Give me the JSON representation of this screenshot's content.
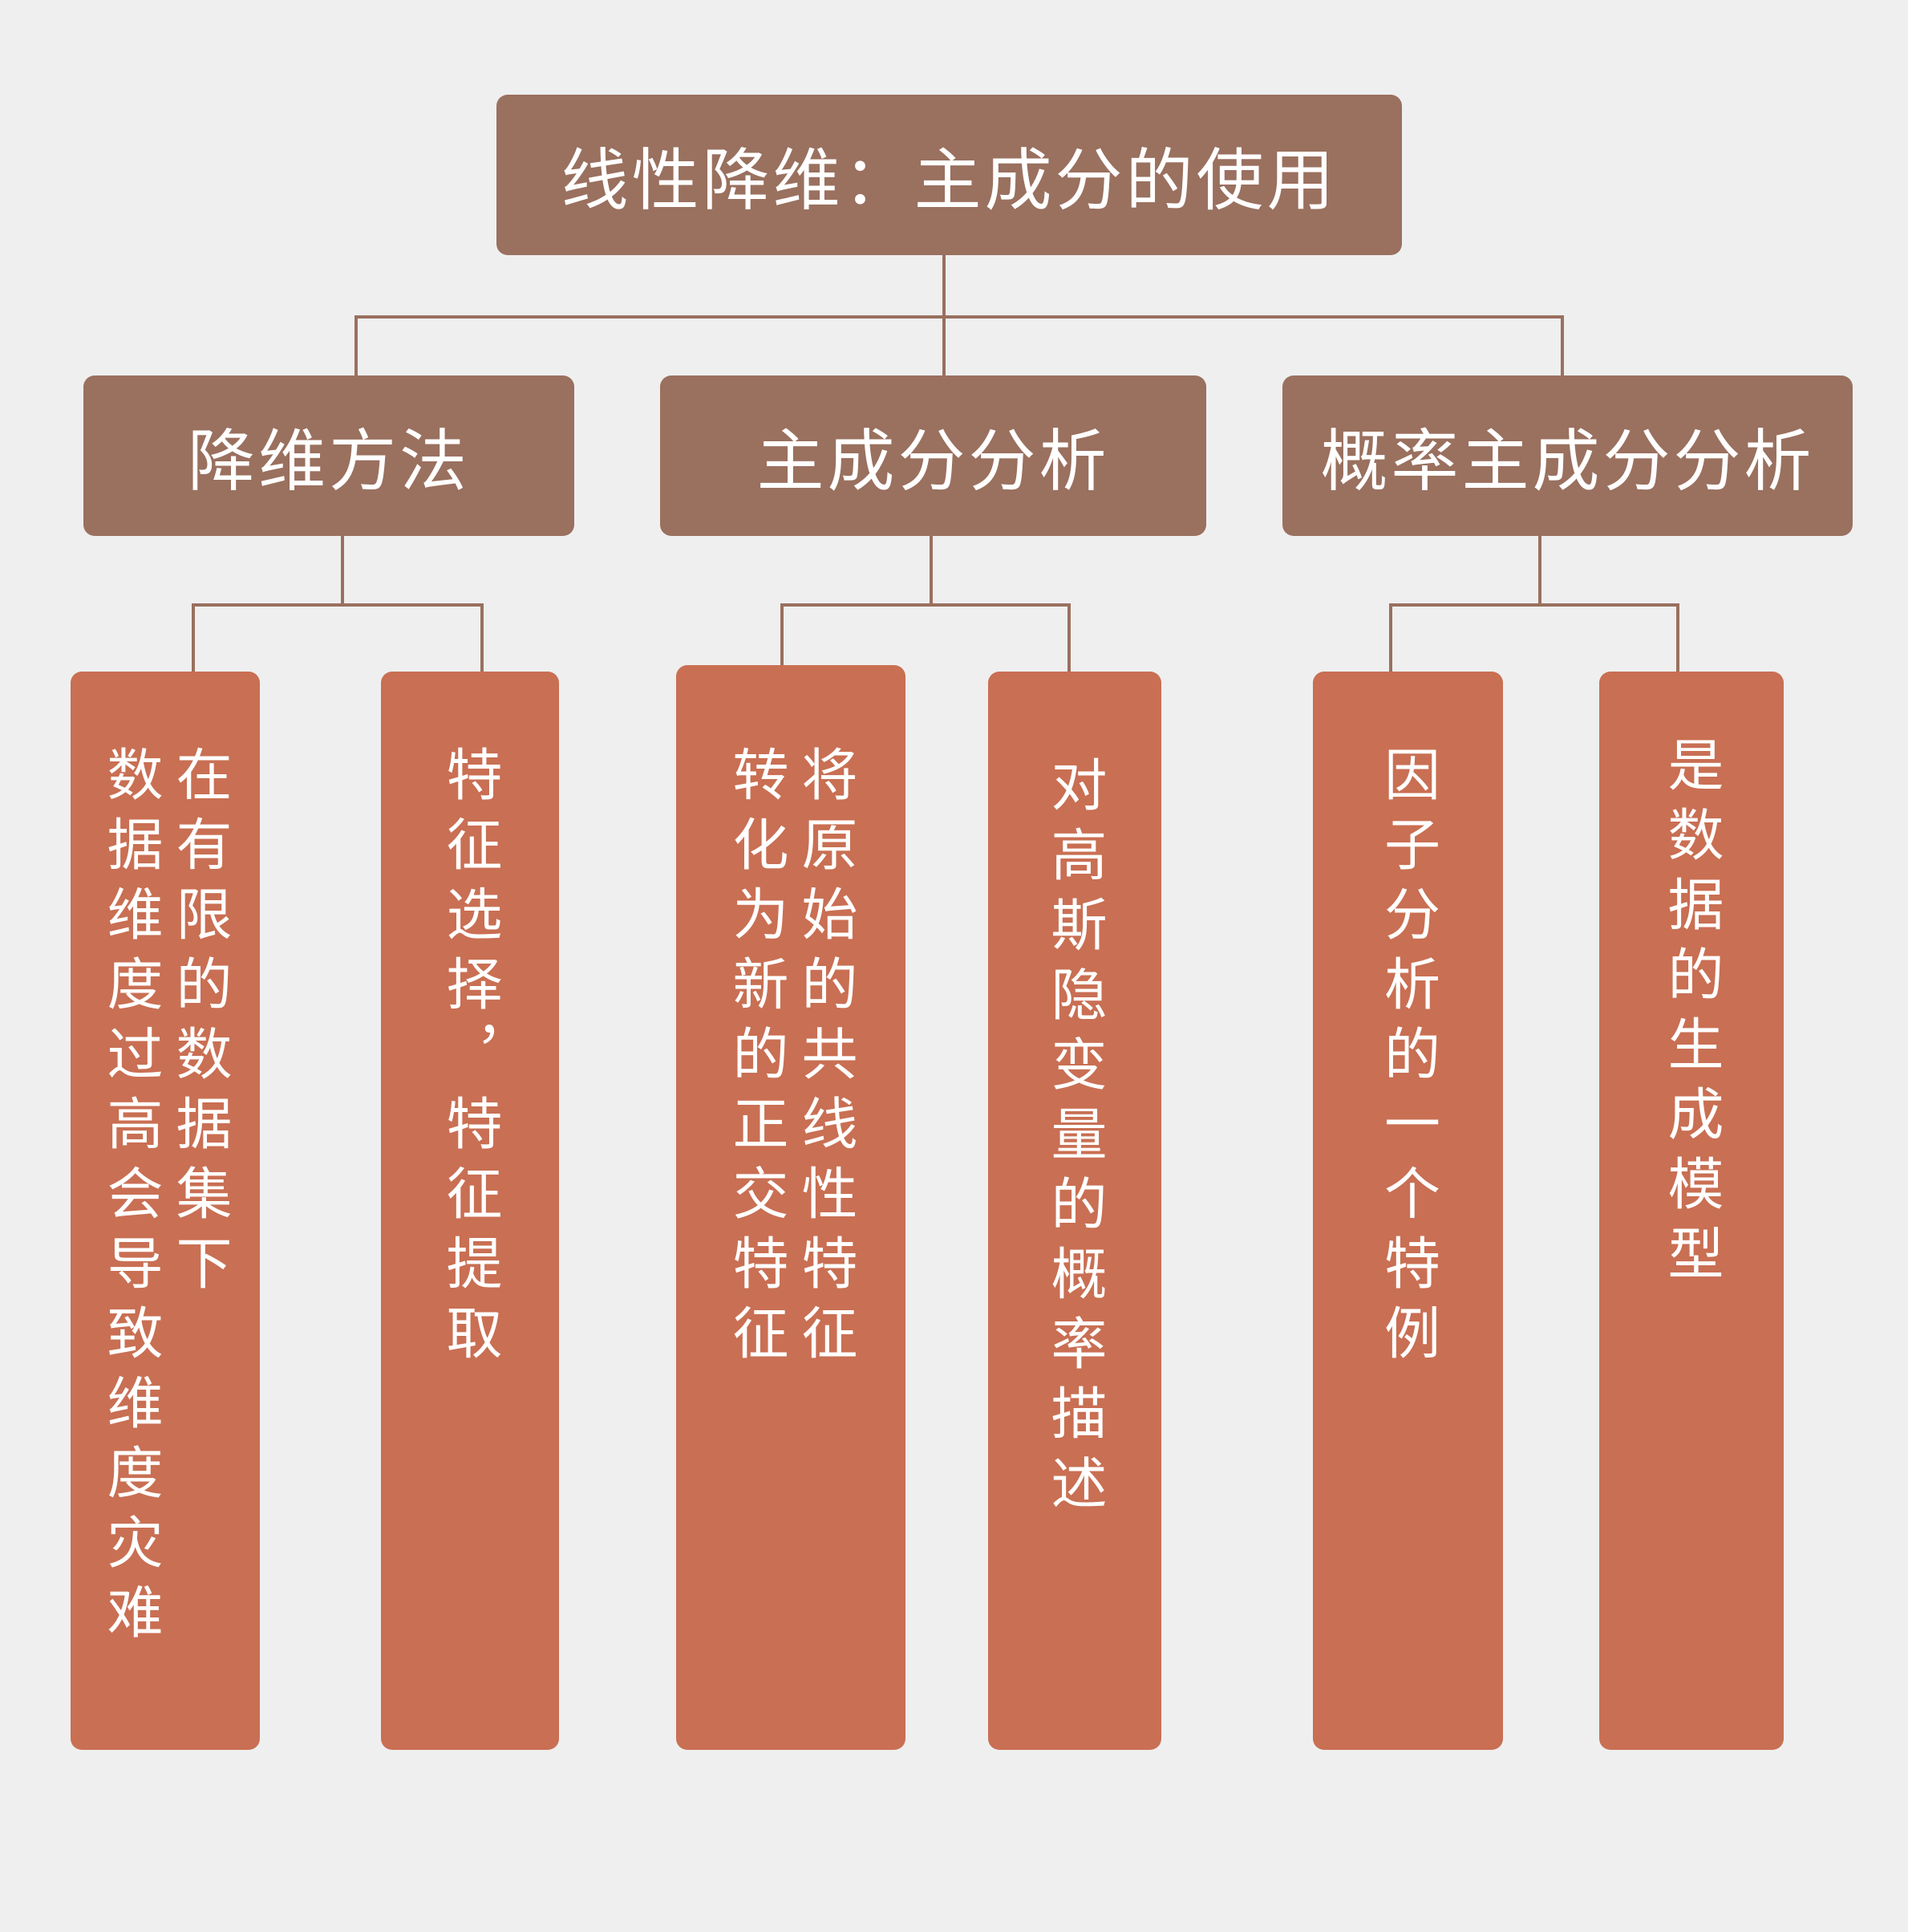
{
  "title": "线性降维：主成分的使用",
  "categories": [
    {
      "label": "降维方法"
    },
    {
      "label": "主成分分析"
    },
    {
      "label": "概率主成分分析"
    }
  ],
  "leaves": [
    {
      "lines": [
        "在有限的数据集下",
        "数据维度过高会导致维度灾难"
      ]
    },
    {
      "lines": [
        "特征选择，特征提取"
      ]
    },
    {
      "lines": [
        "将原始的共线性特征",
        "转化为新的正交特征"
      ]
    },
    {
      "lines": [
        "对高斯隐变量的概率描述"
      ]
    },
    {
      "lines": [
        "因子分析的一个特例"
      ]
    },
    {
      "lines": [
        "是数据的生成模型"
      ]
    }
  ],
  "colors": {
    "background": "#efefef",
    "header": "#9a705f",
    "leaf": "#c96f53",
    "connector": "#9a705f"
  }
}
